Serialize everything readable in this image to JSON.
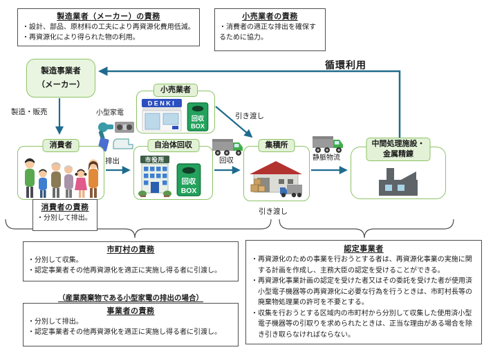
{
  "colors": {
    "flow_arrow": "#1f6b8e",
    "node_border_green": "#8cc265",
    "node_label_fill": "#e3f2d7",
    "collection_box_green": "#23a15d",
    "denki_sign_blue": "#2b4fc0",
    "warehouse_roof_red": "#b23230",
    "box_border_gray": "#4d4d4d"
  },
  "duty_boxes": {
    "maker": {
      "title": "製造業者（メーカー）の責務",
      "items": [
        "・設計、部品、原材料の工夫により再資源化費用低減。",
        "・再資源化により得られた物の利用。"
      ]
    },
    "retailer": {
      "title": "小売業者の責務",
      "items": [
        "・消費者の適正な排出を確保するために協力。"
      ]
    },
    "consumer": {
      "title": "消費者の責務",
      "items": [
        "・分別して排出。"
      ]
    },
    "municipality": {
      "title": "市町村の責務",
      "items": [
        "・分別して収集。",
        "・認定事業者その他再資源化を適正に実施し得る者に引渡し。"
      ]
    },
    "business": {
      "header": "（産業廃棄物である小型家電の排出の場合）",
      "title": "事業者の責務",
      "items": [
        "・分別して排出。",
        "・認定事業者その他再資源化を適正に実施し得る者に引渡し。"
      ]
    },
    "certified": {
      "title": "認定事業者",
      "items": [
        "・再資源化のための事業を行おうとする者は、再資源化事業の実施に関する計画を作成し、主務大臣の認定を受けることができる。",
        "・再資源化事業計画の認定を受けた者又はその委託を受けた者が使用済小型電子機器等の再資源化に必要な行為を行うときは、市町村長等の廃棄物処理業の許可を不要とする。",
        "・収集を行おうとする区域内の市町村から分別して収集した使用済小型電子機器等の引取りを求められたときは、正当な理由がある場合を除き引き取らなければならない。"
      ]
    }
  },
  "nodes": {
    "maker_line1": "製造事業者",
    "maker_line2": "（メーカー）",
    "retailer": "小売業者",
    "consumer": "消費者",
    "municipal_collection": "自治体回収",
    "collection_site": "集積所",
    "intermediate_line1": "中間処理施設・",
    "intermediate_line2": "金属精錬"
  },
  "flow_labels": {
    "circular_use": "循環利用",
    "manufacture_sale": "製造・販売",
    "small_appliances": "小型家電",
    "discharge": "排出",
    "collection": "回収",
    "handover_retail": "引き渡し",
    "venous_logistics": "静脈物流",
    "handover_site": "引き渡し"
  },
  "illustrations": {
    "denki_sign": "DENKI",
    "collection_box_line1": "回収",
    "collection_box_line2": "BOX",
    "city_hall_sign": "市役所"
  }
}
